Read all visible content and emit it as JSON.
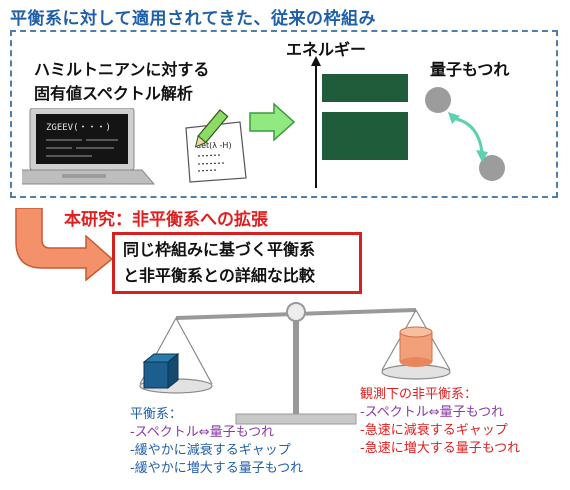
{
  "title": "平衡系に対して適用されてきた、従来の枠組み",
  "hamiltonian": {
    "line1": "ハミルトニアンに対する",
    "line2": "固有値スペクトル解析"
  },
  "laptop": {
    "screen_text": "ZGEEV(・・・)"
  },
  "paper": {
    "formula": "det(λ -H)"
  },
  "energy_label": "エネルギー",
  "entanglement_label": "量子もつれ",
  "research": {
    "label": "本研究：非平衡系への拡張",
    "box_line1": "同じ枠組みに基づく平衡系",
    "box_line2": "と非平衡系との詳細な比較"
  },
  "equilibrium": {
    "title": "平衡系：",
    "items": [
      "-スペクトル⇔量子もつれ",
      "-緩やかに減衰するギャップ",
      "-緩やかに増大する量子もつれ"
    ]
  },
  "nonequilibrium": {
    "title": "観測下の非平衡系：",
    "items": [
      "-スペクトル⇔量子もつれ",
      "-急速に減衰するギャップ",
      "-急速に増大する量子もつれ"
    ]
  },
  "colors": {
    "title_blue": "#1f5fa8",
    "accent_red": "#e02020",
    "purple": "#8a3aa8",
    "bar_green": "#1f5c3a",
    "arrow_green": "#90ea80",
    "arrow_orange": "#f3926a"
  }
}
